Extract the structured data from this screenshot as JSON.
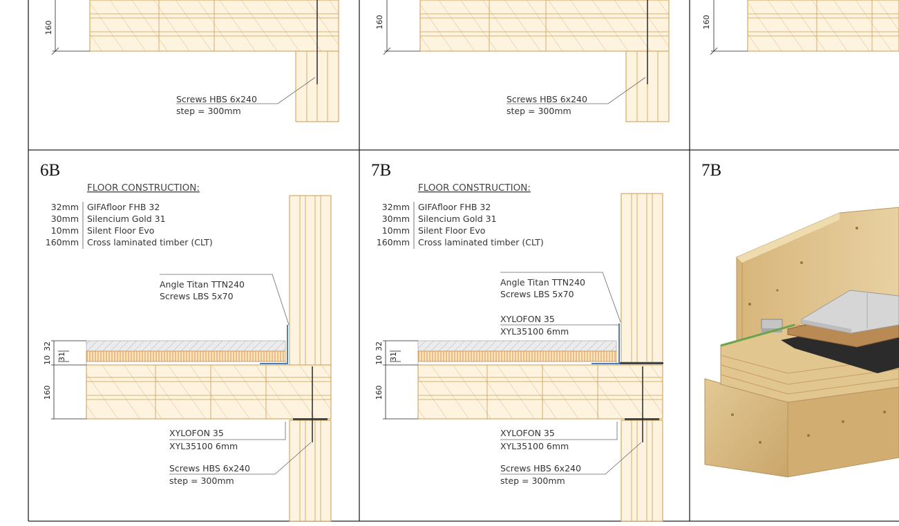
{
  "top_row": {
    "detail_1": {
      "dim_total": "160",
      "screw_label": "Screws HBS 6x240",
      "screw_step": "step = 300mm"
    },
    "detail_2": {
      "dim_total": "160",
      "screw_label": "Screws HBS 6x240",
      "screw_step": "step = 300mm"
    },
    "detail_3": {
      "dim_total": "160"
    }
  },
  "panels": [
    {
      "title": "6B",
      "floor_header": "FLOOR CONSTRUCTION:",
      "layers": [
        {
          "thickness": "32mm",
          "material": "GIFAfloor FHB 32"
        },
        {
          "thickness": "30mm",
          "material": "Silencium Gold 31"
        },
        {
          "thickness": "10mm",
          "material": "Silent Floor Evo"
        },
        {
          "thickness": "160mm",
          "material": "Cross laminated timber (CLT)"
        }
      ],
      "angle_label": "Angle Titan TTN240",
      "angle_screws": "Screws LBS 5x70",
      "xylofon_label": "XYLOFON 35",
      "xylofon_spec": "XYL35100 6mm",
      "screw_label": "Screws HBS 6x240",
      "screw_step": "step = 300mm",
      "dims": {
        "d32": "32",
        "d31": "31",
        "d10": "10",
        "d160": "160"
      }
    },
    {
      "title": "7B",
      "floor_header": "FLOOR CONSTRUCTION:",
      "layers": [
        {
          "thickness": "32mm",
          "material": "GIFAfloor FHB 32"
        },
        {
          "thickness": "30mm",
          "material": "Silencium Gold 31"
        },
        {
          "thickness": "10mm",
          "material": "Silent Floor Evo"
        },
        {
          "thickness": "160mm",
          "material": "Cross laminated timber (CLT)"
        }
      ],
      "angle_label": "Angle Titan TTN240",
      "angle_screws": "Screws LBS 5x70",
      "xylofon_upper_label": "XYLOFON 35",
      "xylofon_upper_spec": "XYL35100 6mm",
      "xylofon_label": "XYLOFON 35",
      "xylofon_spec": "XYL35100 6mm",
      "screw_label": "Screws HBS 6x240",
      "screw_step": "step = 300mm",
      "dims": {
        "d32": "32",
        "d31": "31",
        "d10": "10",
        "d160": "160"
      }
    },
    {
      "title": "7B"
    }
  ],
  "colors": {
    "frame": "#222222",
    "wood_fill": "#fdf3df",
    "wood_line": "#c99a4f",
    "angle_bracket": "#4a7fc1",
    "render_wood": "#d9bd86"
  }
}
